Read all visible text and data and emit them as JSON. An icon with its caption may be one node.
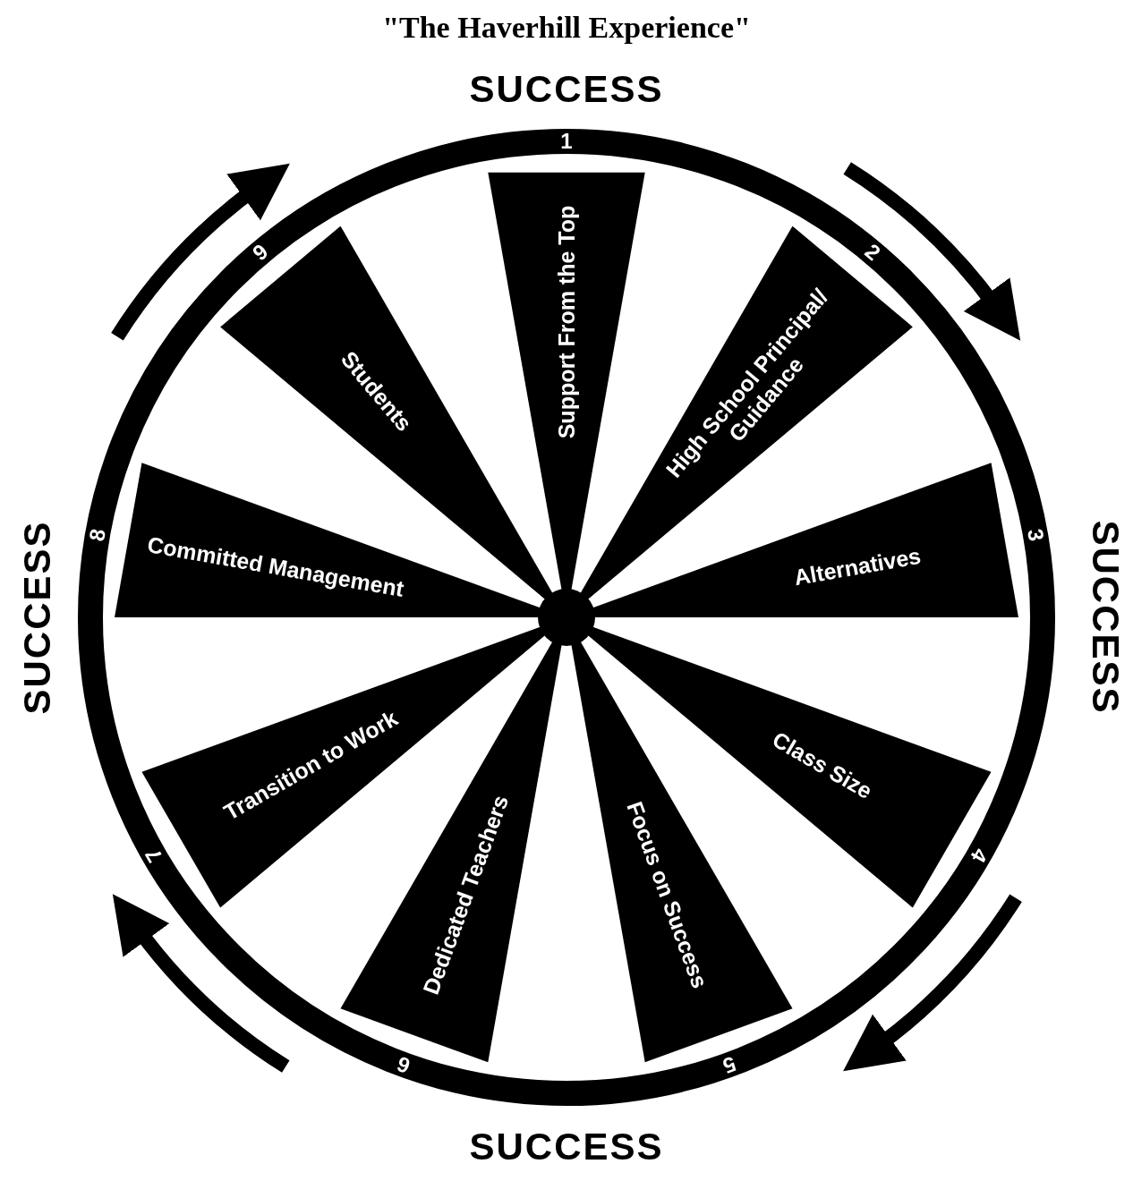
{
  "diagram": {
    "title": "\"The Haverhill Experience\"",
    "nodes": [
      {
        "text": [
          "Support From the Top"
        ]
      },
      {
        "text": [
          "High School Principal/ Guidance"
        ]
      },
      {
        "text": [
          "Alternatives"
        ]
      },
      {
        "text": [
          "Class Size"
        ]
      },
      {
        "text": [
          "Focus on Success"
        ]
      },
      {
        "text": [
          "Dedicated Teachers"
        ]
      },
      {
        "text": [
          "Transition to Work"
        ]
      },
      {
        "text": [
          "Committed Management"
        ]
      },
      {
        "text": [
          "Students"
        ]
      }
    ],
    "labels": [
      "SUCCESS",
      "SUCCESS",
      "SUCCESS",
      "SUCCESS",
      "1",
      "2",
      "3",
      "4",
      "5",
      "6",
      "7",
      "8",
      "9"
    ]
  }
}
